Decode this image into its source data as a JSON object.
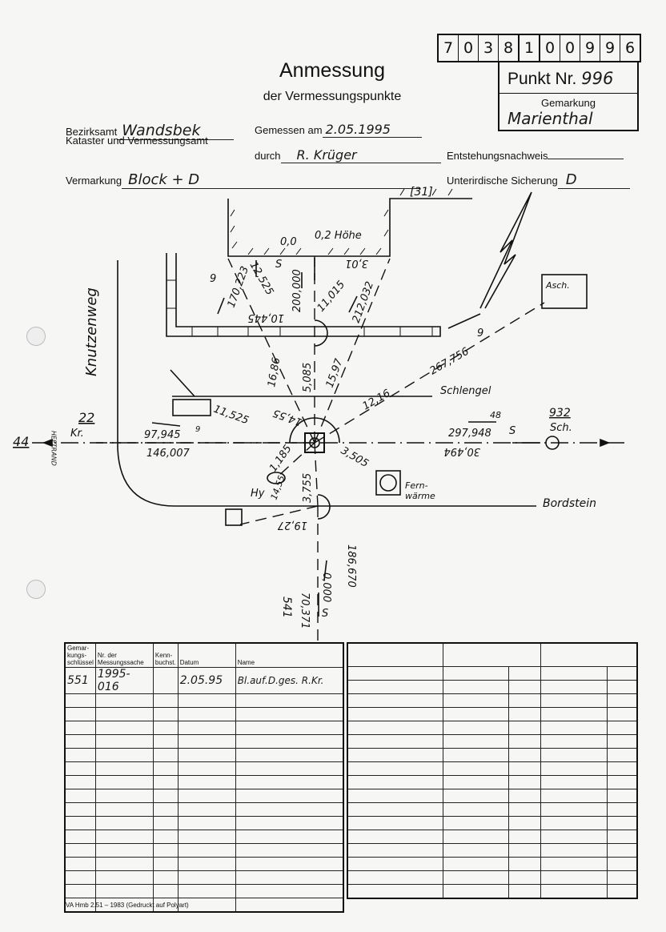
{
  "header": {
    "number_digits": [
      "7",
      "0",
      "3",
      "8",
      "1",
      "0",
      "0",
      "9",
      "9",
      "6"
    ],
    "title": "Anmessung",
    "subtitle": "der Vermessungspunkte",
    "punkt_label": "Punkt Nr.",
    "punkt_value": "996",
    "gemarkung_label": "Gemarkung",
    "gemarkung_value": "Marienthal",
    "bezirksamt_label": "Bezirksamt",
    "bezirksamt_value": "Wandsbek",
    "kataster_label": "Kataster und Vermessungsamt",
    "gemessen_label": "Gemessen am",
    "gemessen_value": "2.05.1995",
    "durch_label": "durch",
    "durch_value": "R. Krüger",
    "entstehung_label": "Entstehungsnachweis",
    "vermarkung_label": "Vermarkung",
    "vermarkung_value": "Block + D",
    "sicherung_label": "Unterirdische Sicherung",
    "sicherung_value": "D"
  },
  "sketch": {
    "building_no": "[31]",
    "street": "Knutzenweg",
    "heftrand": "HEFTRAND",
    "labels": {
      "hoehe": "0,2 Höhe",
      "oo": "0,0",
      "v301": "3,01",
      "d170223": "170,223",
      "d12525": "12,525",
      "d200000": "200,000",
      "s9a": "9",
      "s9b": "S",
      "d11015": "11,015",
      "d212032": "212,032",
      "d10445": "10,445",
      "d1686": "16,86",
      "d5085": "5,085",
      "d1597": "15,97",
      "d1216": "12,16",
      "d267756": "267,756",
      "s9c": "9",
      "schlengel": "Schlengel",
      "asch": "Asch.",
      "p22": "22",
      "kr": "Kr.",
      "p44": "44",
      "d97945": "97,945",
      "s9d": "9",
      "d146007": "146,007",
      "d11525": "11,525",
      "d1455": "14,55",
      "d1185": "1,185",
      "d3505": "3,505",
      "d297948": "297,948",
      "s48": "48",
      "s9e": "S",
      "d30494": "30,494",
      "p932": "932",
      "sch": "Sch.",
      "fern": "Fern-",
      "waerme": "wärme",
      "bordstein": "Bordstein",
      "hy": "Hy",
      "d1455b": "14,55",
      "d3755": "3,755",
      "d1927": "19,27",
      "d186670": "186,670",
      "d0000": "0,000",
      "s9f": "S",
      "d70371": "70,371",
      "p541": "541"
    }
  },
  "table_left": {
    "headers": [
      "Gemar-kungs-schlüssel",
      "Nr. der Messungssache",
      "Kenn-buchst.",
      "Datum",
      "Name"
    ],
    "rows": [
      [
        "551",
        "1995-016",
        "",
        "2.05.95",
        "Bl.auf.D.ges. R.Kr."
      ]
    ]
  },
  "footer": "VA Hmb 2.51 – 1983 (Gedruckt auf Polyart)"
}
